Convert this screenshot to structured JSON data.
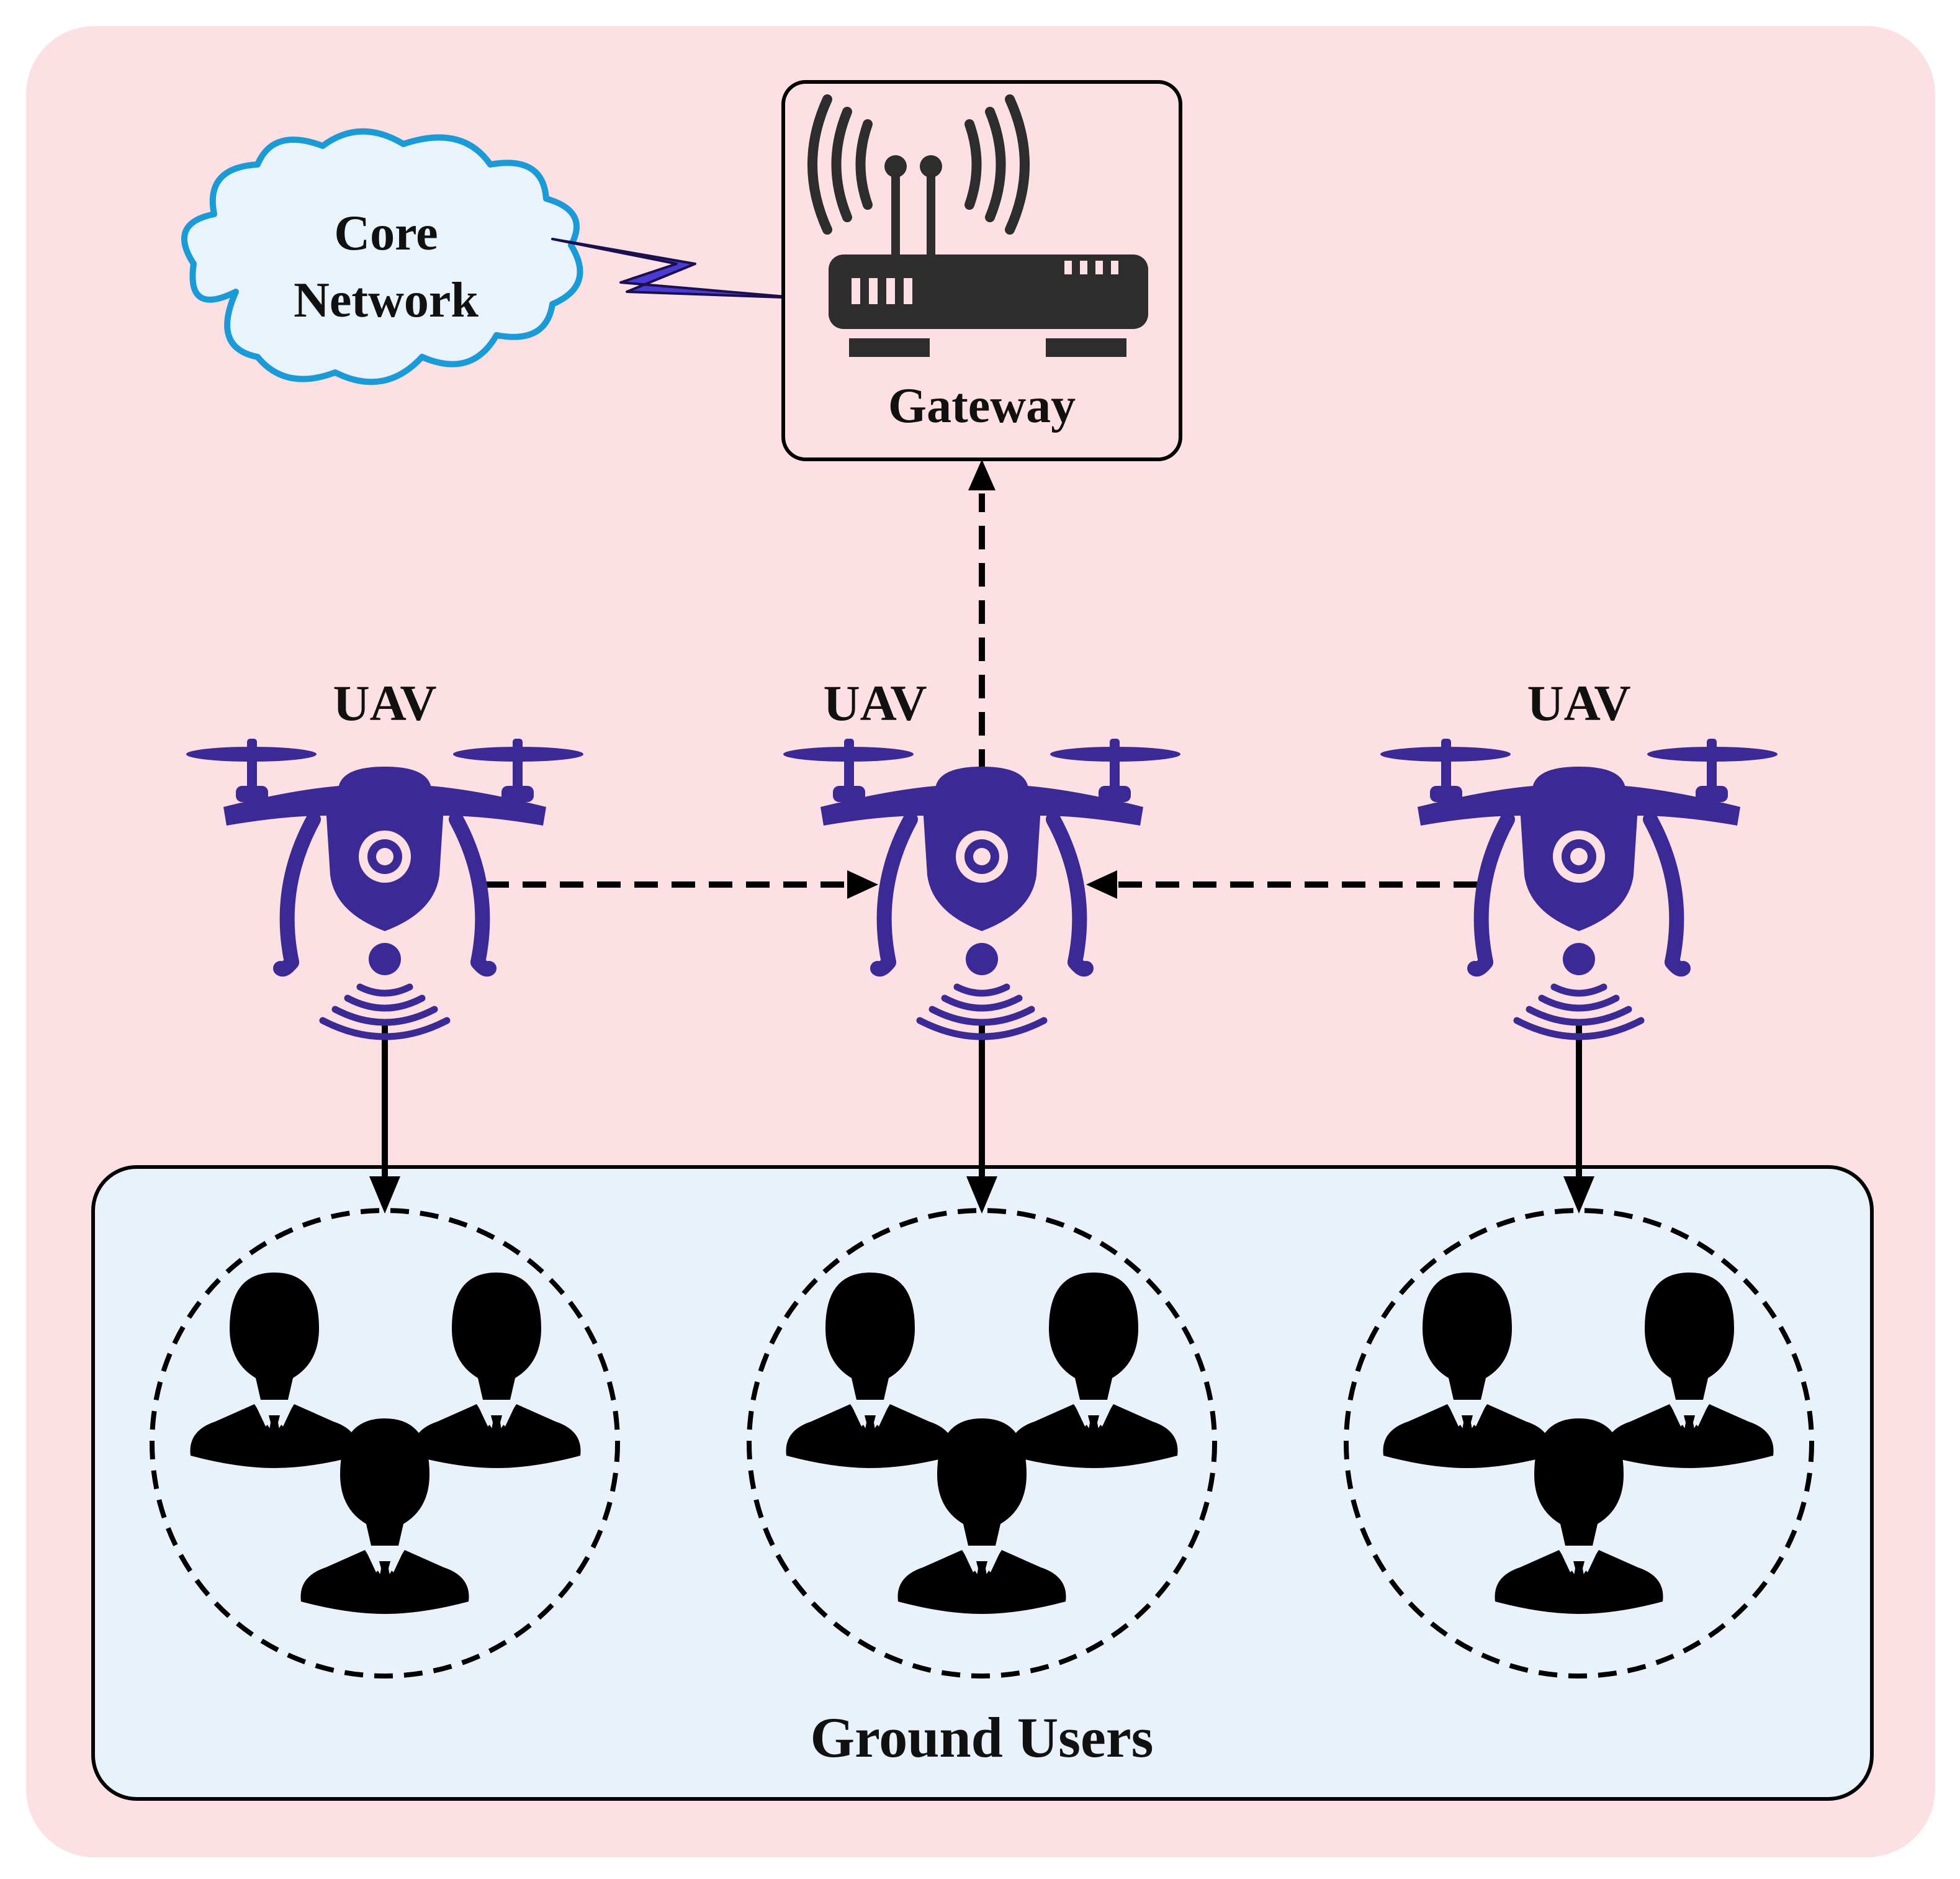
{
  "colors": {
    "page_background": "#ffffff",
    "outer_panel_fill": "#fde0e4",
    "ground_panel_fill": "#e9f2fa",
    "cloud_fill": "#e9f3fb",
    "cloud_stroke": "#1a9bd8",
    "uav_color": "#3b2a96",
    "gateway_icon_color": "#2d2d2d",
    "lightning_fill": "#4b3bd4",
    "line_color": "#000000",
    "user_icon_color": "#000000"
  },
  "core_network": {
    "label_line1": "Core",
    "label_line2": "Network",
    "icon": "cloud-icon"
  },
  "gateway": {
    "label": "Gateway",
    "icon": "wireless-router-icon"
  },
  "link_icon": "lightning-bolt-icon",
  "uavs": [
    {
      "label": "UAV",
      "icon": "drone-icon"
    },
    {
      "label": "UAV",
      "icon": "drone-icon"
    },
    {
      "label": "UAV",
      "icon": "drone-icon"
    }
  ],
  "ground_users": {
    "label": "Ground Users",
    "groups": [
      {
        "user_count": 3,
        "icon": "business-user-icon"
      },
      {
        "user_count": 3,
        "icon": "business-user-icon"
      },
      {
        "user_count": 3,
        "icon": "business-user-icon"
      }
    ]
  }
}
